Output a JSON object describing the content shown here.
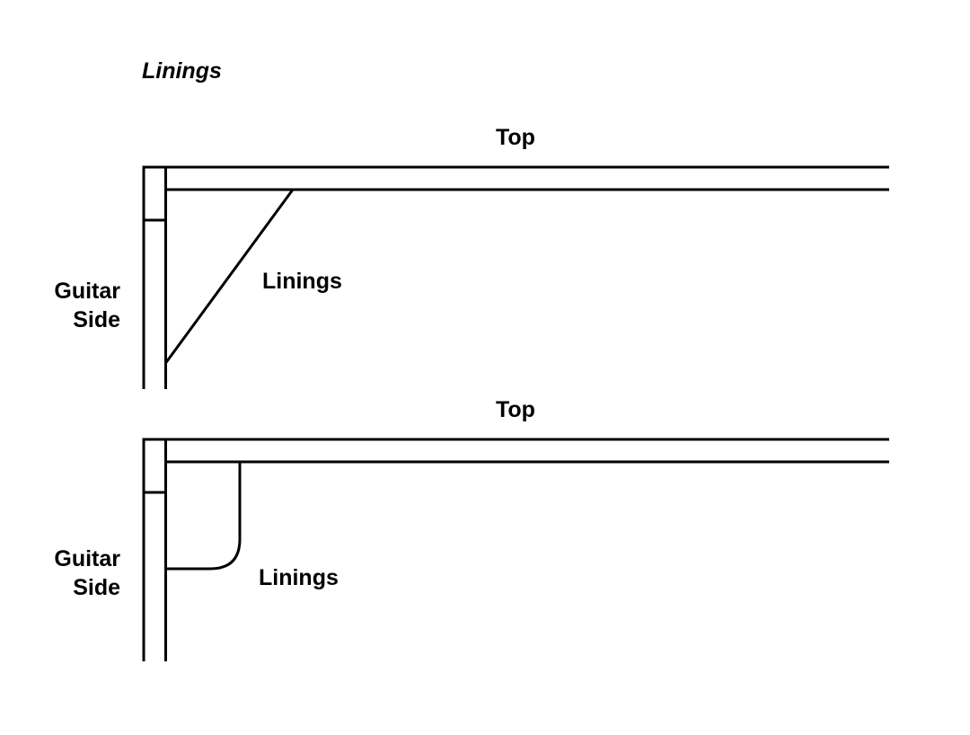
{
  "title": "Linings",
  "panels": [
    {
      "top_label": "Top",
      "side_label": [
        "Guitar",
        "Side"
      ],
      "linings_label": "Linings",
      "lining_style": "triangular"
    },
    {
      "top_label": "Top",
      "side_label": [
        "Guitar",
        "Side"
      ],
      "linings_label": "Linings",
      "lining_style": "rounded-corner"
    }
  ]
}
